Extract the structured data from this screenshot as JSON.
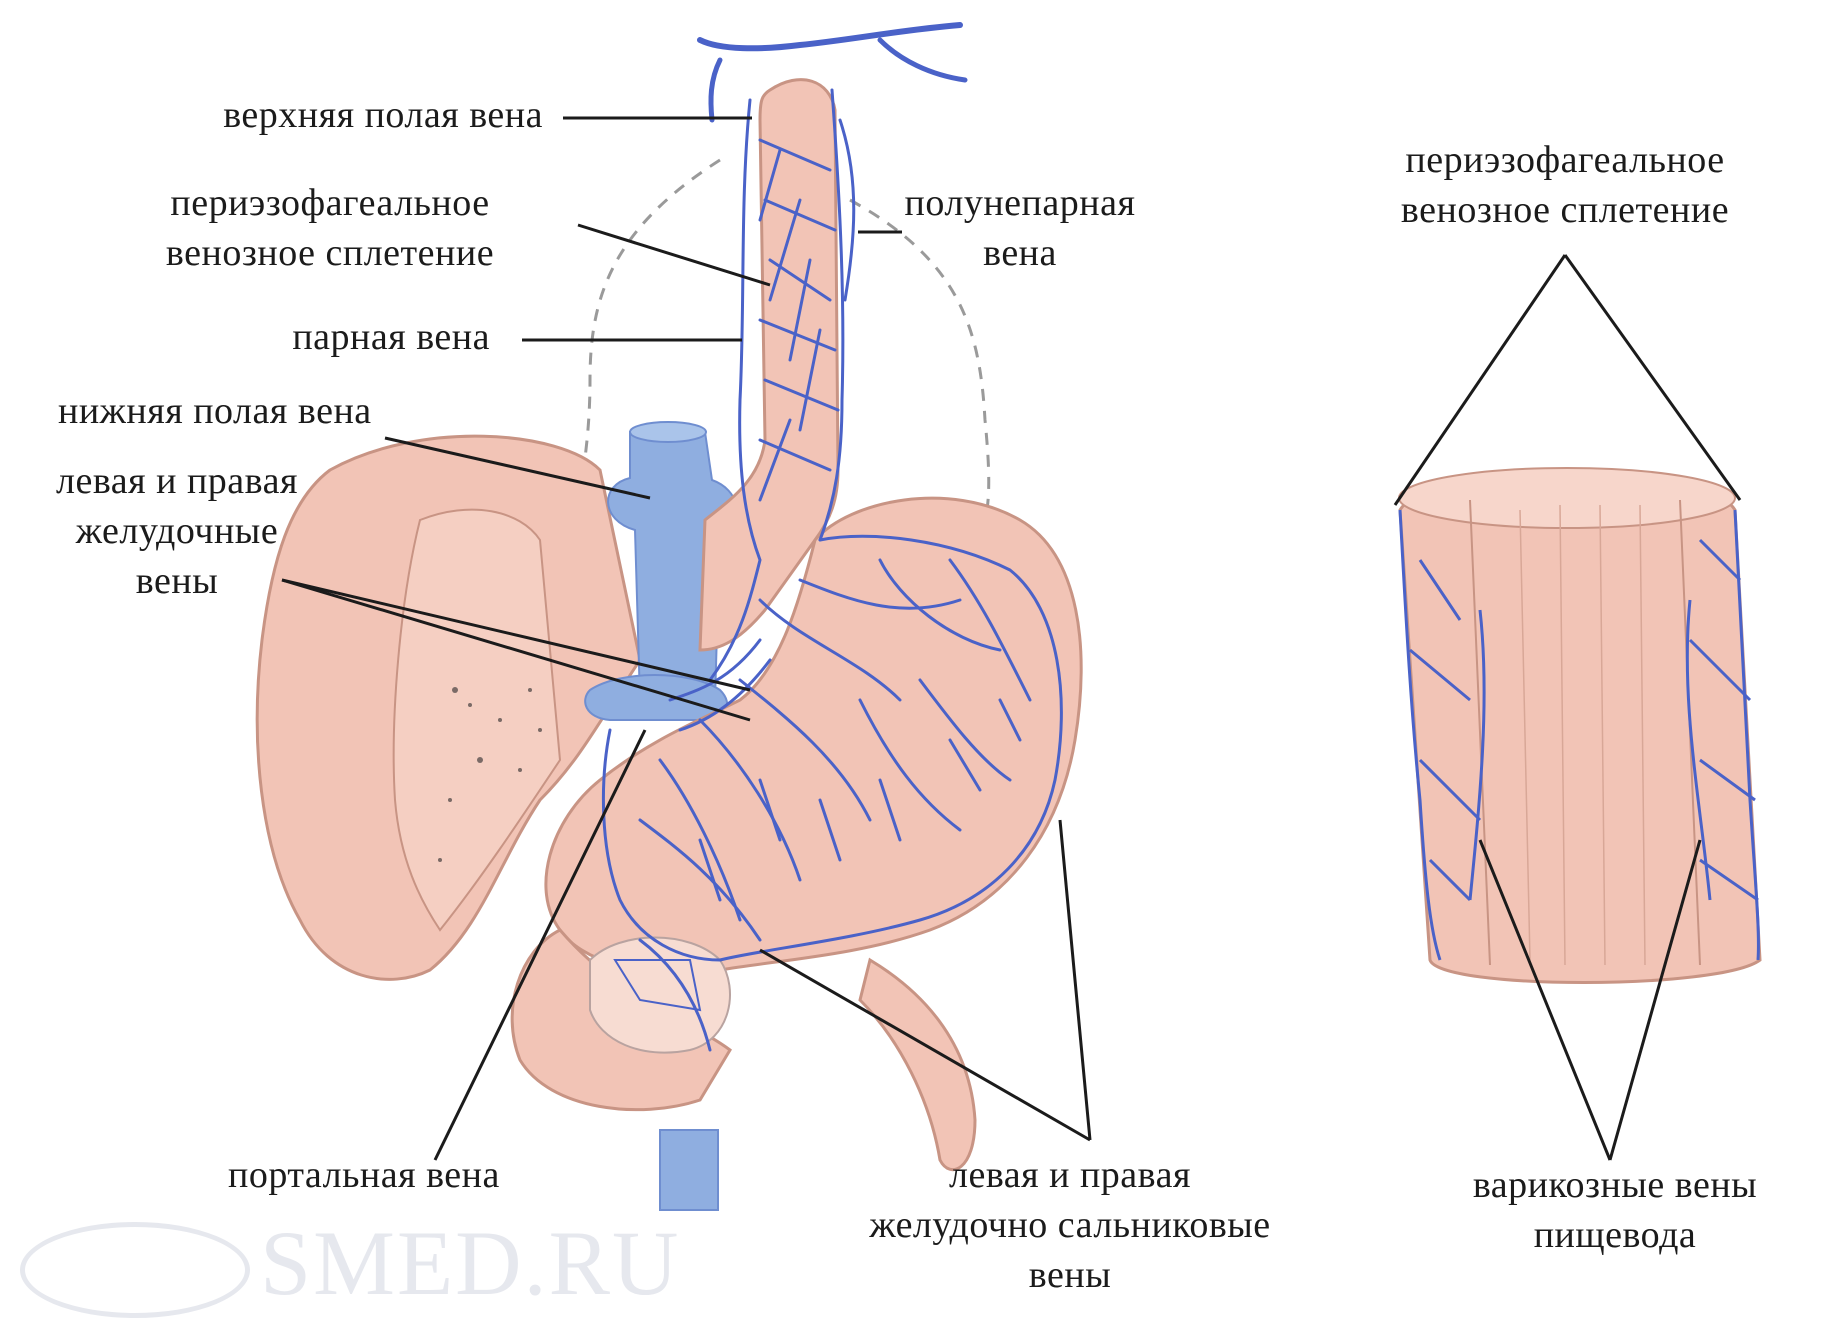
{
  "labels": {
    "superior_vena_cava": "верхняя полая вена",
    "periesophageal_plexus": [
      "периэзофагеальное",
      "венозное сплетение"
    ],
    "hemiazygos_vein": [
      "полунепарная",
      "вена"
    ],
    "azygos_vein": "парная вена",
    "inferior_vena_cava": "нижняя полая вена",
    "gastric_veins": [
      "левая и правая",
      "желудочные",
      "вены"
    ],
    "portal_vein": "портальная вена",
    "gastroepiploic_veins": [
      "левая и правая",
      "желудочно сальниковые",
      "вены"
    ],
    "plexus_right": [
      "периэзофагеальное",
      "венозное сплетение"
    ],
    "varicose_veins": [
      "варикозные вены",
      "пищевода"
    ]
  },
  "watermark": "SMED.RU",
  "colors": {
    "organ_fill": "#f2c4b6",
    "organ_stroke": "#c89484",
    "vein": "#4a62c8",
    "vessel_fill": "#8faee0",
    "leader": "#1b1b1b",
    "dashed": "#9a9a9a"
  }
}
